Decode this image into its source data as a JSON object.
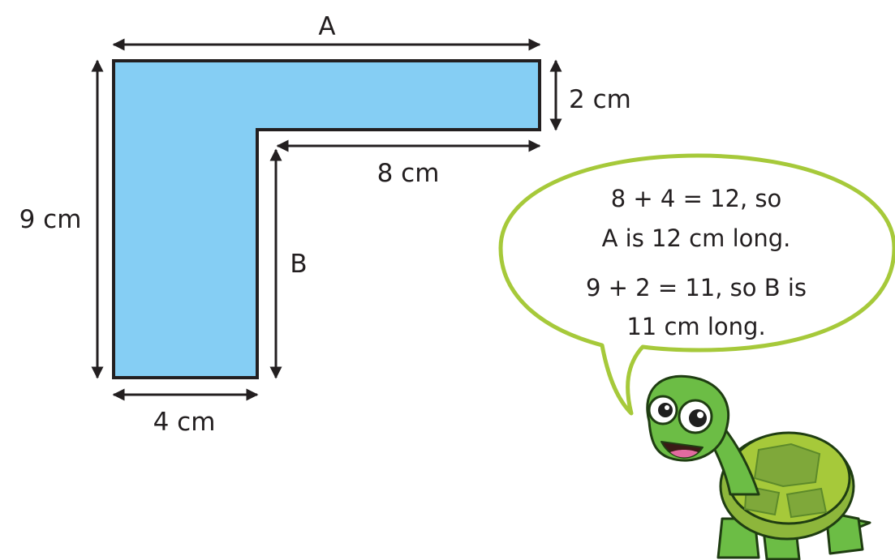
{
  "shape": {
    "fill_color": "#85cef4",
    "outline_color": "#231f20"
  },
  "labels": {
    "a": "A",
    "b": "B",
    "top_thickness": "2 cm",
    "inner_width": "8 cm",
    "height": "9 cm",
    "bottom_width": "4 cm"
  },
  "speech_bubble": {
    "border_color": "#a6c93a",
    "line1": "8 + 4 = 12, so",
    "line2": "A is 12 cm long.",
    "line3": "9 + 2 = 11, so B is",
    "line4": "11 cm long."
  },
  "mascot": {
    "icon": "turtle-icon",
    "body_color": "#6cbd45",
    "shell_color": "#a6c93a"
  }
}
